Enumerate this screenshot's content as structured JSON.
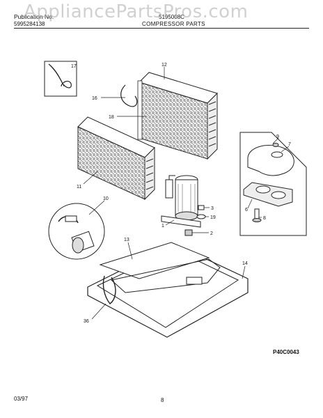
{
  "header": {
    "publication_label": "Publication No.",
    "publication_number": "5995284138",
    "model": "5195008C",
    "section_title": "COMPRESSOR PARTS",
    "watermark": "AppliancePartsPros.com"
  },
  "callouts": [
    "17",
    "12",
    "16",
    "18",
    "11",
    "9",
    "7",
    "10",
    "3",
    "19",
    "1",
    "2",
    "6",
    "8",
    "13",
    "14",
    "36"
  ],
  "figure_code": "P40C0043",
  "footer": {
    "date": "03/97",
    "page": "8"
  }
}
